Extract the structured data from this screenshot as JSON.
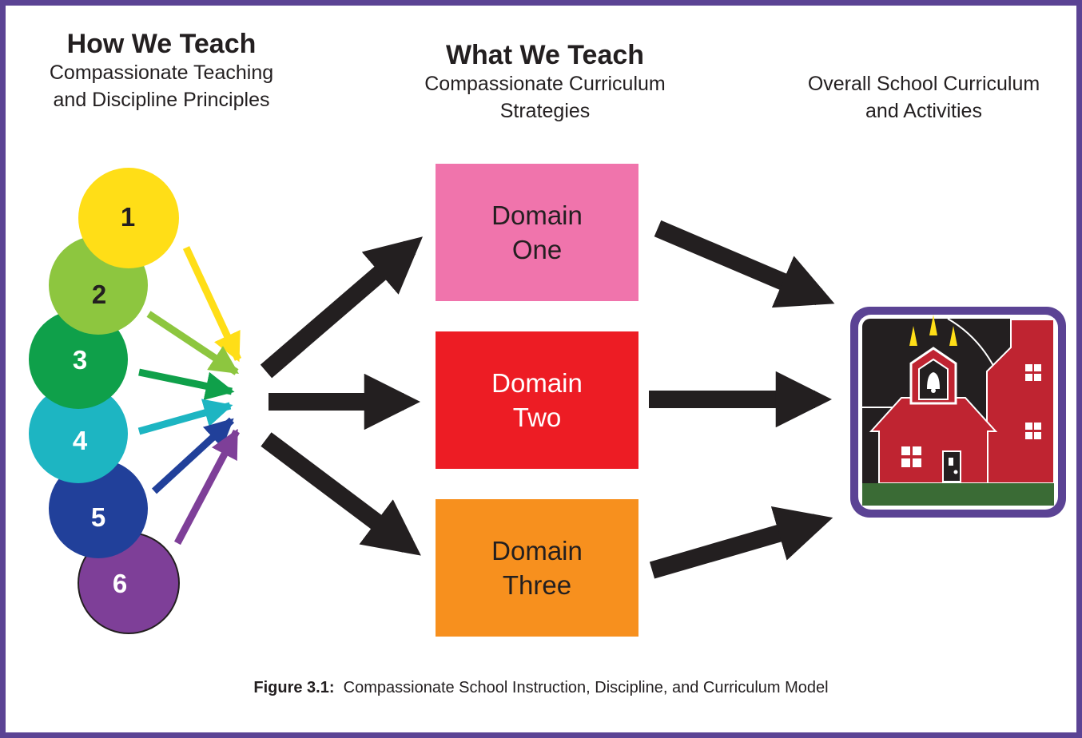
{
  "headers": {
    "how": {
      "title": "How We Teach",
      "line1": "Compassionate Teaching",
      "line2": "and Discipline Principles"
    },
    "what": {
      "title": "What We Teach",
      "line1": "Compassionate Curriculum",
      "line2": "Strategies"
    },
    "overall": {
      "line1": "Overall School Curriculum",
      "line2": "and Activities"
    }
  },
  "principles": [
    {
      "label": "1",
      "color": "#ffde17",
      "text_color": "#231f20"
    },
    {
      "label": "2",
      "color": "#8dc63f",
      "text_color": "#231f20"
    },
    {
      "label": "3",
      "color": "#0fa04a",
      "text_color": "#ffffff"
    },
    {
      "label": "4",
      "color": "#1db5c2",
      "text_color": "#ffffff"
    },
    {
      "label": "5",
      "color": "#21409a",
      "text_color": "#ffffff"
    },
    {
      "label": "6",
      "color": "#7e3f98",
      "text_color": "#ffffff"
    }
  ],
  "domains": [
    {
      "line1": "Domain",
      "line2": "One",
      "color": "#f074ac"
    },
    {
      "line1": "Domain",
      "line2": "Two",
      "color": "#ed1c24"
    },
    {
      "line1": "Domain",
      "line2": "Three",
      "color": "#f7901e"
    }
  ],
  "caption": {
    "label": "Figure 3.1:",
    "text": "Compassionate School Instruction, Discipline, and Curriculum Model"
  },
  "colors": {
    "frame": "#5b4394",
    "arrow": "#231f20",
    "school_red": "#bf2431",
    "grass": "#3a6b35"
  }
}
